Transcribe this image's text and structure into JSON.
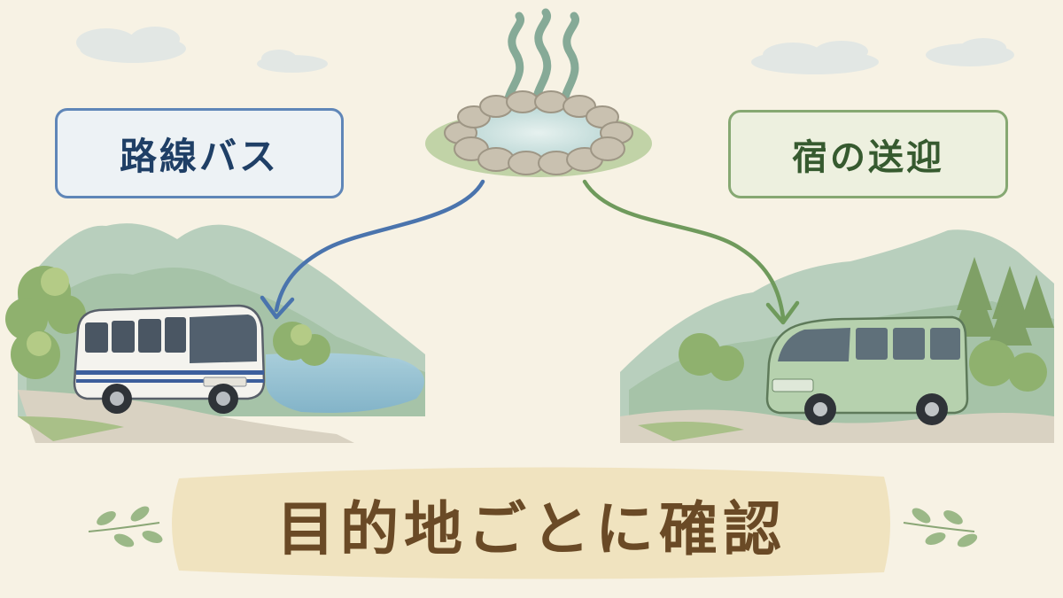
{
  "labels": {
    "route_bus": "路線バス",
    "inn_shuttle": "宿の送迎"
  },
  "banner": {
    "text": "目的地ごとに確認"
  },
  "colors": {
    "background": "#f7f2e4",
    "bus_accent": "#4a74ad",
    "shuttle_accent": "#6f9a5c",
    "banner_text": "#6a4a26",
    "banner_bg": "#efe1bd"
  },
  "icons": {
    "center": "hot-spring-icon",
    "left": "bus-icon",
    "right": "van-icon",
    "decor": "leaf-sprig-icon"
  }
}
